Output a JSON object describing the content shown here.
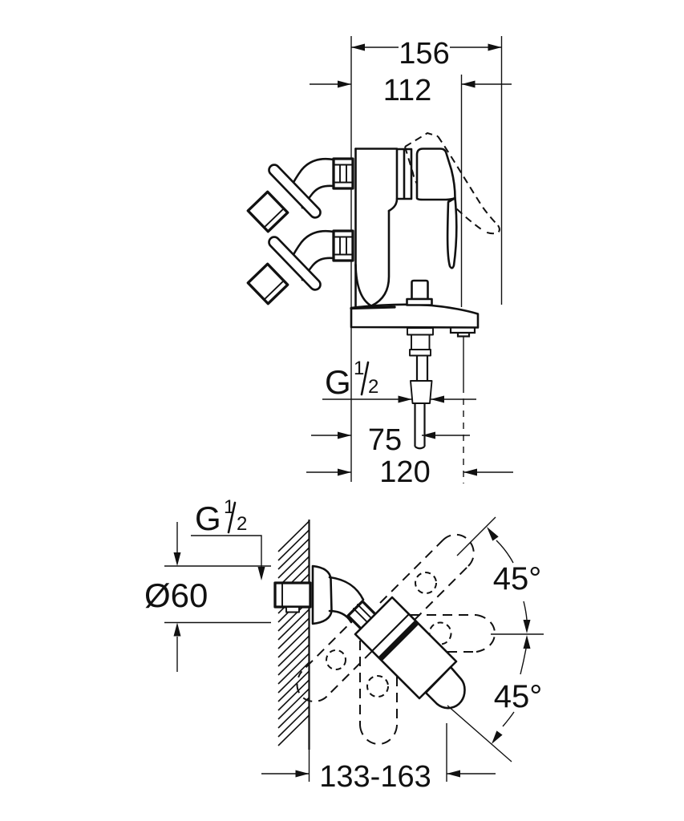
{
  "drawing": {
    "background": "#ffffff",
    "line_color": "#111111",
    "upper_view": {
      "dim_overall_depth": "156",
      "dim_body_depth": "112",
      "thread_letter": "G",
      "thread_numerator": "1",
      "thread_denominator": "2",
      "dim_hose_center": "75",
      "dim_spout_depth": "120"
    },
    "lower_view": {
      "thread_letter": "G",
      "thread_numerator": "1",
      "thread_denominator": "2",
      "dim_flange_diameter": "Ø60",
      "angle_upper": "45°",
      "angle_lower": "45°",
      "dim_height_range": "133-163"
    }
  }
}
